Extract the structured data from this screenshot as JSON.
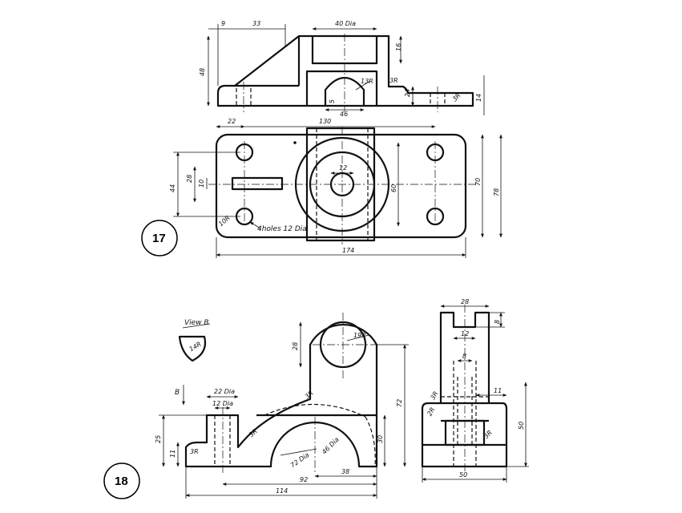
{
  "problems": [
    {
      "number": "17",
      "top_view_dims": {
        "d9": "9",
        "d33": "33",
        "dia40": "40 Dia",
        "h16": "16",
        "h48": "48",
        "r13": "13R",
        "r3a": "3R",
        "d5": "5",
        "h24": "24",
        "d46": "46",
        "r3b": "3R",
        "h14": "14"
      },
      "plan_view_dims": {
        "d22": "22",
        "d130": "130",
        "h28": "28",
        "h10": "10",
        "h44": "44",
        "d12": "12",
        "h60": "60",
        "h70": "70",
        "h78": "78",
        "r10": "10R",
        "holes": "4holes 12 Dia",
        "d174": "174"
      }
    },
    {
      "number": "18",
      "front_view_dims": {
        "view_label": "View B",
        "r14": "14R",
        "arrow_label": "B",
        "dia22": "22 Dia",
        "dia12": "12 Dia",
        "h25": "25",
        "h11": "11",
        "r3a": "3R",
        "r3b": "3R",
        "r3c": "3R",
        "h28": "28",
        "r19": "19R",
        "h72": "72",
        "dia72": "72 Dia",
        "dia46": "46 Dia",
        "h30": "30",
        "d38": "38",
        "d92": "92",
        "d114": "114"
      },
      "side_view_dims": {
        "d28": "28",
        "h8a": "8",
        "d12": "12",
        "d8b": "8",
        "r3a": "3R",
        "d11": "11",
        "r2": "2R",
        "r3b": "3R",
        "h50": "50",
        "d50": "50"
      }
    }
  ]
}
